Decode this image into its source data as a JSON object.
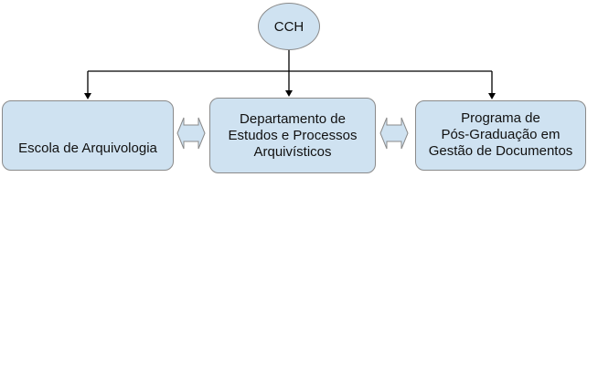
{
  "nodes": {
    "top": "CCH",
    "left": "Escola de Arquivologia",
    "center": [
      "Departamento de",
      "Estudos e Processos",
      "Arquivísticos"
    ],
    "right": [
      "Programa de",
      "Pós-Graduação em",
      "Gestão de Documentos"
    ]
  },
  "colors": {
    "fill": "#cfe2f1",
    "border": "#8a8a8a",
    "line": "#000000"
  }
}
